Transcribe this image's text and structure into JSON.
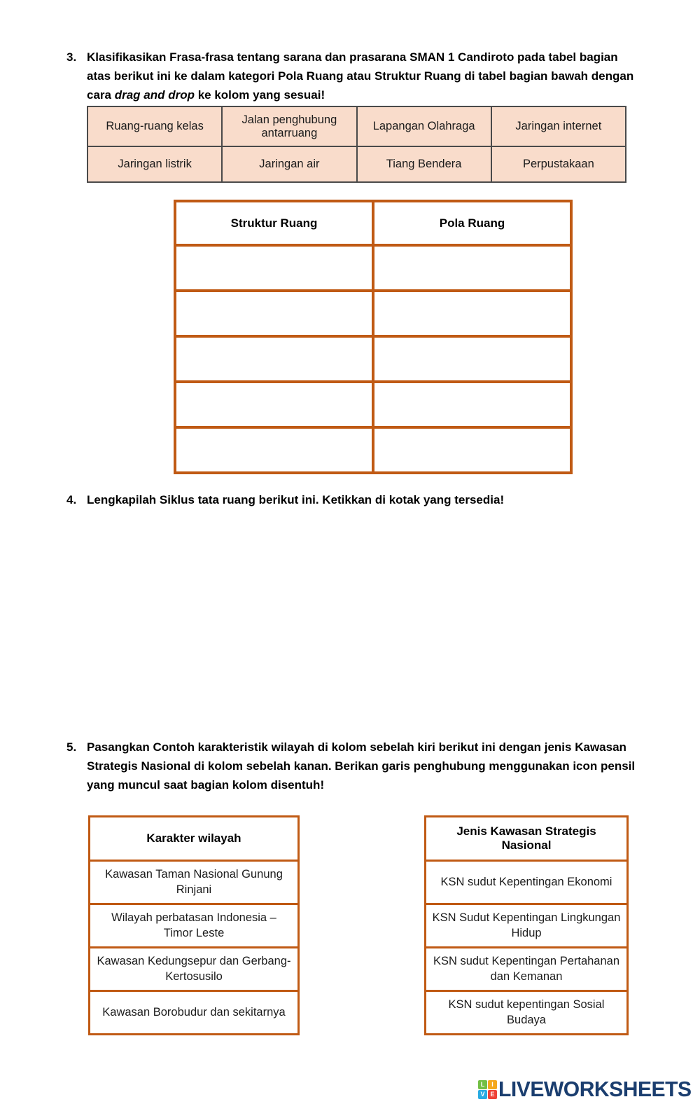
{
  "colors": {
    "accent_orange": "#C2621C",
    "table_border_orange": "#C05A14",
    "drag_cell_fill": "#F9DCCB",
    "cycle_box_fill": "#FBE5D6",
    "cycle_box_border": "#39455E",
    "brand_navy": "#1B3E6F",
    "tile_green": "#72BF44",
    "tile_yellow": "#F5A81C",
    "tile_blue": "#29ABE2",
    "tile_red": "#EF4136"
  },
  "q3": {
    "number": "3.",
    "text_before": "Klasifikasikan Frasa-frasa tentang sarana dan prasarana SMAN 1 Candiroto pada tabel bagian atas berikut ini ke dalam kategori Pola Ruang atau Struktur Ruang di tabel bagian bawah dengan cara ",
    "text_italic": "drag and drop",
    "text_after": " ke kolom yang sesuai!"
  },
  "drag_table": {
    "rows": [
      [
        "Ruang-ruang kelas",
        "Jalan penghubung antarruang",
        "Lapangan Olahraga",
        "Jaringan internet"
      ],
      [
        "Jaringan listrik",
        "Jaringan air",
        "Tiang Bendera",
        "Perpustakaan"
      ]
    ]
  },
  "classify_table": {
    "headers": [
      "Struktur Ruang",
      "Pola Ruang"
    ],
    "rows": [
      [
        "",
        ""
      ],
      [
        "",
        ""
      ],
      [
        "",
        ""
      ],
      [
        "",
        ""
      ],
      [
        "",
        ""
      ]
    ]
  },
  "q4": {
    "number": "4.",
    "text": "Lengkapilah Siklus tata ruang berikut ini. Ketikkan di kotak yang tersedia!"
  },
  "cycle": {
    "boxes": [
      {
        "position": "left",
        "value": ""
      },
      {
        "position": "right",
        "value": ""
      },
      {
        "position": "bottom",
        "value": ""
      }
    ]
  },
  "q5": {
    "number": "5.",
    "text": "Pasangkan Contoh karakteristik wilayah di kolom sebelah kiri berikut ini dengan jenis Kawasan Strategis Nasional di kolom sebelah kanan. Berikan garis penghubung menggunakan icon pensil yang muncul saat bagian kolom disentuh!"
  },
  "match_left": {
    "header": "Karakter wilayah",
    "items": [
      "Kawasan Taman Nasional Gunung Rinjani",
      "Wilayah perbatasan Indonesia – Timor Leste",
      "Kawasan Kedungsepur dan Gerbang-Kertosusilo",
      "Kawasan Borobudur dan sekitarnya"
    ]
  },
  "match_right": {
    "header": "Jenis Kawasan Strategis Nasional",
    "items": [
      "KSN sudut Kepentingan Ekonomi",
      "KSN Sudut Kepentingan Lingkungan Hidup",
      "KSN sudut Kepentingan Pertahanan dan Kemanan",
      "KSN sudut kepentingan Sosial Budaya"
    ]
  },
  "footer": {
    "brand": "LIVEWORKSHEETS",
    "tiles": [
      {
        "letter": "L"
      },
      {
        "letter": "I"
      },
      {
        "letter": "V"
      },
      {
        "letter": "E"
      }
    ]
  }
}
